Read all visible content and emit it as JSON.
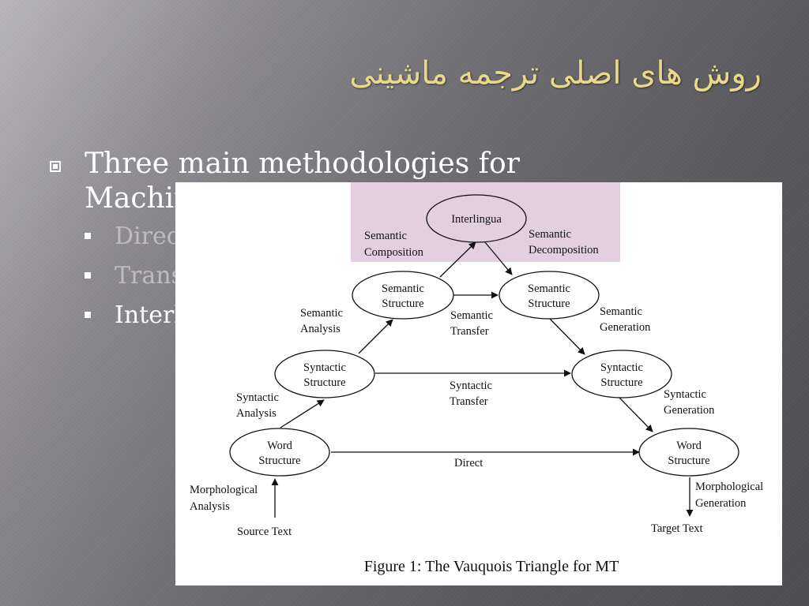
{
  "slide": {
    "title": "روش های اصلی ترجمه ماشینی",
    "bullet_main": "Three main methodologies for Machine Translation",
    "sub_items": [
      {
        "label": "Direct"
      },
      {
        "label": "Transfer"
      },
      {
        "label": "Interlingua"
      }
    ]
  },
  "diagram": {
    "highlight_color": "#e4cfe0",
    "nodes": {
      "interlingua": "Interlingua",
      "sem_left_1": "Semantic",
      "sem_left_2": "Structure",
      "sem_right_1": "Semantic",
      "sem_right_2": "Structure",
      "syn_left_1": "Syntactic",
      "syn_left_2": "Structure",
      "syn_right_1": "Syntactic",
      "syn_right_2": "Structure",
      "word_left_1": "Word",
      "word_left_2": "Structure",
      "word_right_1": "Word",
      "word_right_2": "Structure"
    },
    "labels": {
      "sem_comp_1": "Semantic",
      "sem_comp_2": "Composition",
      "sem_decomp_1": "Semantic",
      "sem_decomp_2": "Decomposition",
      "sem_analysis_1": "Semantic",
      "sem_analysis_2": "Analysis",
      "sem_transfer_1": "Semantic",
      "sem_transfer_2": "Transfer",
      "sem_gen_1": "Semantic",
      "sem_gen_2": "Generation",
      "syn_analysis_1": "Syntactic",
      "syn_analysis_2": "Analysis",
      "syn_transfer_1": "Syntactic",
      "syn_transfer_2": "Transfer",
      "syn_gen_1": "Syntactic",
      "syn_gen_2": "Generation",
      "direct": "Direct",
      "morph_analysis_1": "Morphological",
      "morph_analysis_2": "Analysis",
      "morph_gen_1": "Morphological",
      "morph_gen_2": "Generation",
      "source": "Source Text",
      "target": "Target Text"
    },
    "caption": "Figure 1: The Vauquois Triangle for MT"
  }
}
